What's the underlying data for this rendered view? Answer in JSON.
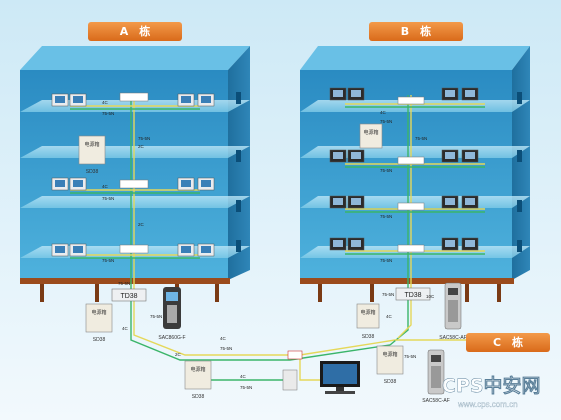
{
  "buildings": {
    "a": {
      "title": "A　栋"
    },
    "b": {
      "title": "B　栋"
    },
    "c": {
      "title": "C　栋"
    }
  },
  "labels": {
    "cable_75": "75-5N",
    "cable_4c": "4C",
    "cable_2c": "2C",
    "cable_10c": "10C",
    "td38": "TD38",
    "sac860": "SAC860G-F",
    "sac5b": "SAC58C-AF",
    "sac5b2": "SAC58C-AF",
    "sd38": "SD38",
    "pw_label": "电源箱",
    "brand": "CPS中安网",
    "url": "www.cps.com.cn"
  },
  "colors": {
    "building_blue": "#2f8fc4",
    "floor_cyan": "#9ad7ef",
    "wire_yellow": "#e5d85a",
    "wire_green": "#3bb56a",
    "label_orange": "#e07a26"
  }
}
